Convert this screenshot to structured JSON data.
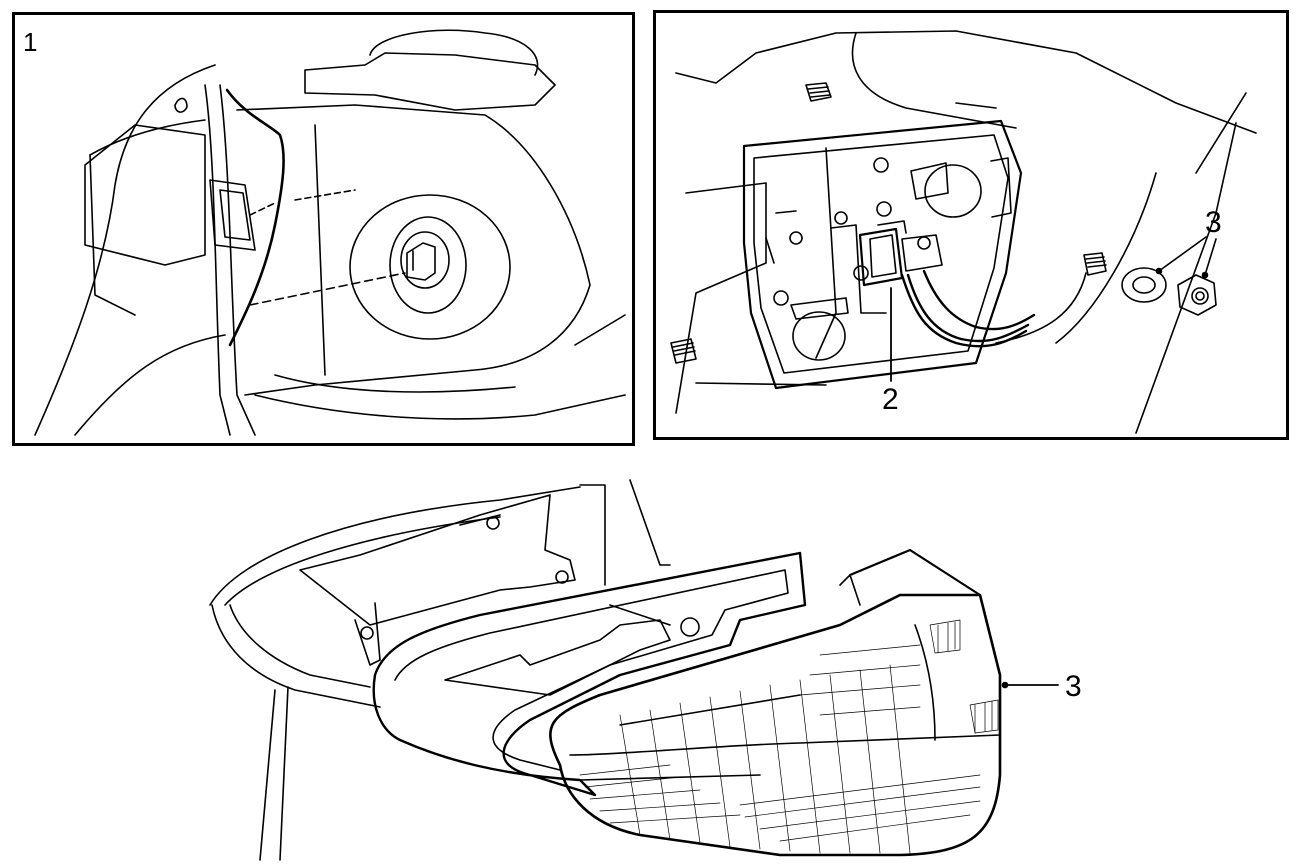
{
  "panel_1": {
    "step_label": "1"
  },
  "panel_2": {
    "callout_connector": "2",
    "callout_washer_nut": "3"
  },
  "panel_3": {
    "callout_tail_lamp": "3"
  },
  "colors": {
    "line": "#000000",
    "background": "#ffffff"
  }
}
